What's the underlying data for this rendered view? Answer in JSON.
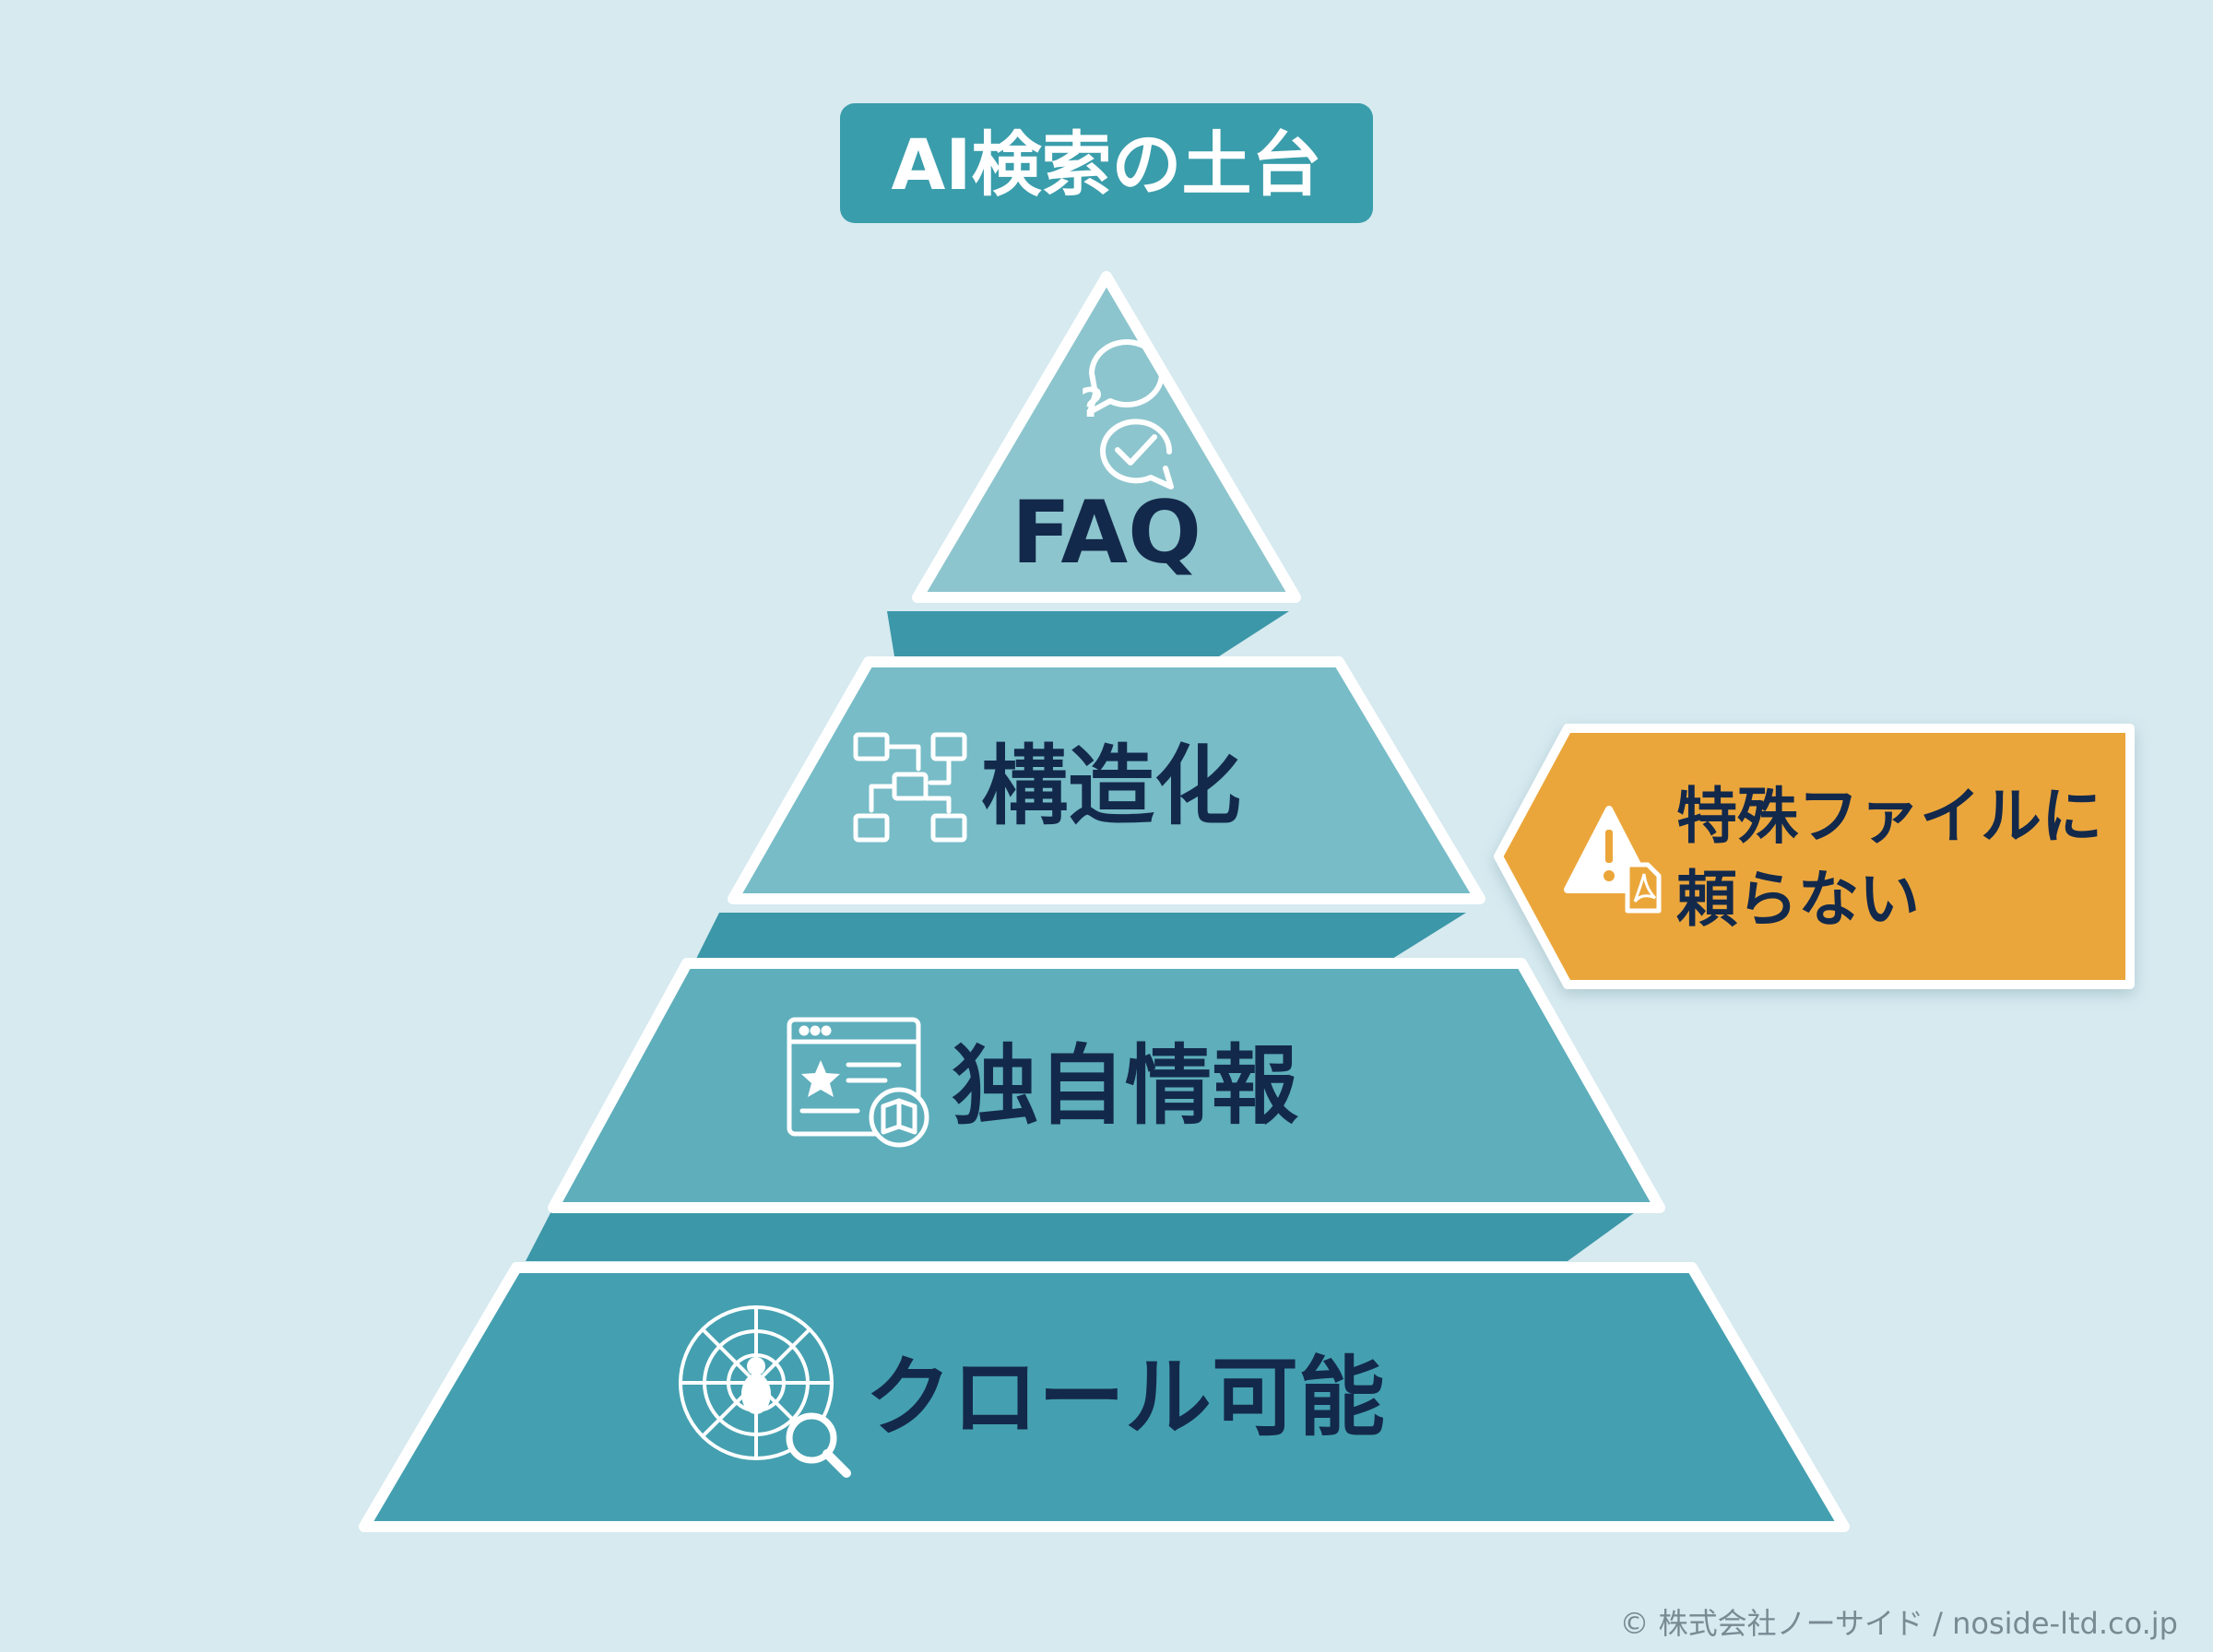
{
  "title": "AI検索の土台",
  "tiers": [
    {
      "label": "FAQ",
      "icon": "faq-chat-icon"
    },
    {
      "label": "構造化",
      "icon": "structure-flow-icon"
    },
    {
      "label": "独自情報",
      "icon": "original-content-icon"
    },
    {
      "label": "クロール可能",
      "icon": "crawler-spider-icon"
    }
  ],
  "callout": {
    "line1": "特殊ファイルに",
    "line2": "頼らない",
    "icon": "warning-pdf-icon"
  },
  "copyright": "© 株式会社ノーサイド / noside-ltd.co.jp",
  "colors": {
    "background": "#d6eaf0",
    "title_badge": "#3a9dab",
    "tier_top": "#8cc5cd",
    "tier_2": "#77bcc7",
    "tier_3": "#5eaebb",
    "tier_bottom": "#44a0b0",
    "tier_side": "#3c97a8",
    "callout_bg": "#eba63a",
    "text_dark": "#13294b"
  }
}
